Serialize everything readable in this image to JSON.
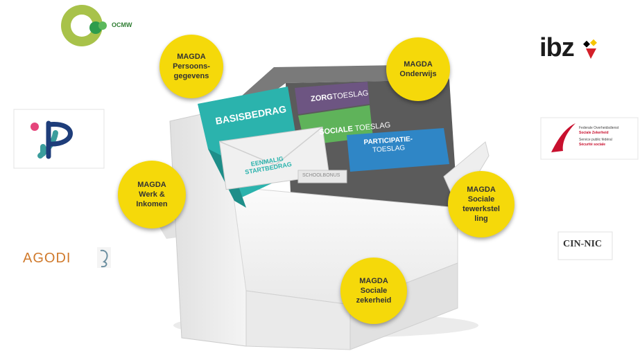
{
  "logos": {
    "ocmw": "OCMW",
    "ibz": "ibz",
    "agodi": "AGODI",
    "cin_nic": "CIN-NIC",
    "riziv_line1": "Federale Overheidsdienst",
    "riziv_line2": "Sociale Zekerheid",
    "riziv_line3": "Service public fédéral",
    "riziv_line4": "Sécurité sociale"
  },
  "box": {
    "basisbedrag": "BASISBEDRAG",
    "zorgtoeslag_bold": "ZORG",
    "zorgtoeslag_rest": "TOESLAG",
    "sociale_bold": "SOCIALE",
    "sociale_rest": " TOESLAG",
    "participatie_line1": "PARTICIPATIE-",
    "participatie_line2": "TOESLAG",
    "envelope_line1": "EENMALIG",
    "envelope_line2": "STARTBEDRAG",
    "envelope_tag": "SCHOOLBONUS"
  },
  "bubbles": {
    "persoonsgegevens": "MAGDA\nPersoons-\ngegevens",
    "onderwijs": "MAGDA\nOnderwijs",
    "werk_inkomen": "MAGDA\nWerk &\nInkomen",
    "sociale_tewerkstelling": "MAGDA\nSociale\ntewerkstel\nling",
    "sociale_zekerheid": "MAGDA\nSociale\nzekerheid"
  },
  "colors": {
    "bubble": "#f5d90a",
    "teal": "#2bb3ad",
    "purple": "#6d5582",
    "green": "#5fb35a",
    "blue": "#2f86c6",
    "box_grey": "#e6e6e6",
    "box_dark": "#707070"
  }
}
